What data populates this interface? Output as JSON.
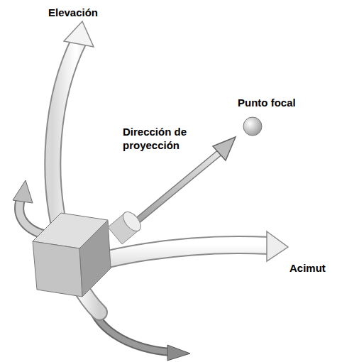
{
  "diagram": {
    "labels": [
      "Elevación",
      "Punto focal",
      "Dirección de proyección",
      "Acimut"
    ]
  }
}
